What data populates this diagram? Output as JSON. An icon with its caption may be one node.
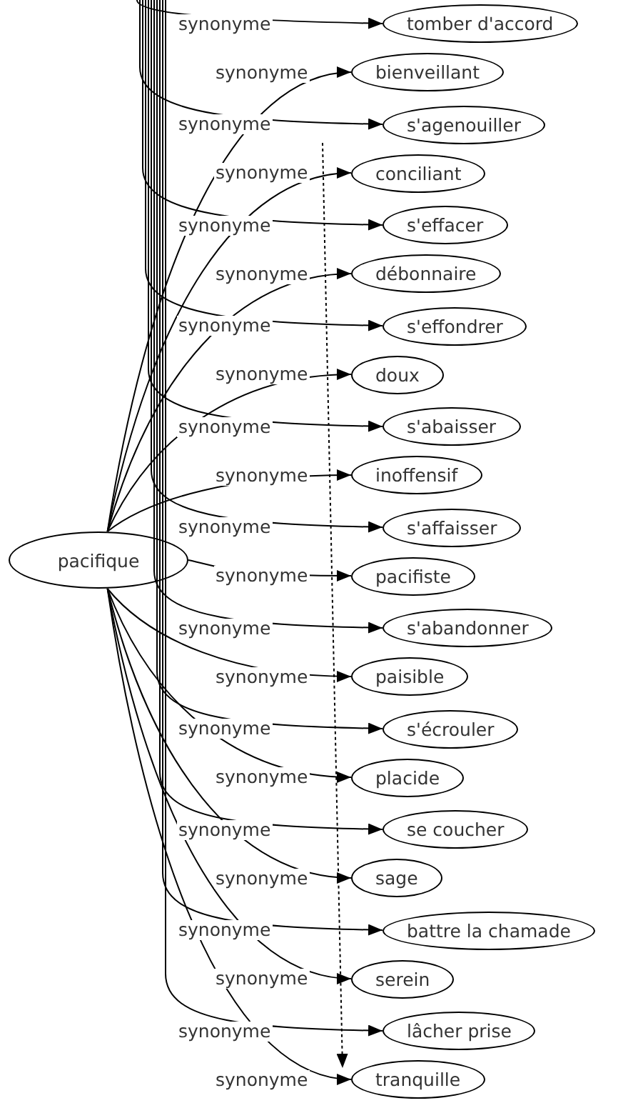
{
  "diagram": {
    "nodes": [
      {
        "text": [
          "pacifique"
        ]
      },
      {
        "text": [
          "tomber d'accord"
        ]
      },
      {
        "text": [
          "bienveillant"
        ]
      },
      {
        "text": [
          "s'agenouiller"
        ]
      },
      {
        "text": [
          "conciliant"
        ]
      },
      {
        "text": [
          "s'effacer"
        ]
      },
      {
        "text": [
          "débonnaire"
        ]
      },
      {
        "text": [
          "s'effondrer"
        ]
      },
      {
        "text": [
          "doux"
        ]
      },
      {
        "text": [
          "s'abaisser"
        ]
      },
      {
        "text": [
          "inoffensif"
        ]
      },
      {
        "text": [
          "s'affaisser"
        ]
      },
      {
        "text": [
          "pacifiste"
        ]
      },
      {
        "text": [
          "s'abandonner"
        ]
      },
      {
        "text": [
          "paisible"
        ]
      },
      {
        "text": [
          "s'écrouler"
        ]
      },
      {
        "text": [
          "placide"
        ]
      },
      {
        "text": [
          "se coucher"
        ]
      },
      {
        "text": [
          "sage"
        ]
      },
      {
        "text": [
          "battre la chamade"
        ]
      },
      {
        "text": [
          "serein"
        ]
      },
      {
        "text": [
          "lâcher prise"
        ]
      },
      {
        "text": [
          "tranquille"
        ]
      }
    ],
    "edges": [
      {
        "from": null,
        "to": 1,
        "arrow": "to",
        "label": "synonyme"
      },
      {
        "from": 0,
        "to": 2,
        "arrow": "to",
        "label": "synonyme"
      },
      {
        "from": null,
        "to": 3,
        "arrow": "to",
        "label": "synonyme"
      },
      {
        "from": 0,
        "to": 4,
        "arrow": "to",
        "label": "synonyme"
      },
      {
        "from": null,
        "to": 5,
        "arrow": "to",
        "label": "synonyme"
      },
      {
        "from": 0,
        "to": 6,
        "arrow": "to",
        "label": "synonyme"
      },
      {
        "from": null,
        "to": 7,
        "arrow": "to",
        "label": "synonyme"
      },
      {
        "from": 0,
        "to": 8,
        "arrow": "to",
        "label": "synonyme"
      },
      {
        "from": null,
        "to": 9,
        "arrow": "to",
        "label": "synonyme"
      },
      {
        "from": 0,
        "to": 10,
        "arrow": "to",
        "label": "synonyme"
      },
      {
        "from": null,
        "to": 11,
        "arrow": "to",
        "label": "synonyme"
      },
      {
        "from": 0,
        "to": 12,
        "arrow": "to",
        "label": "synonyme"
      },
      {
        "from": null,
        "to": 13,
        "arrow": "to",
        "label": "synonyme"
      },
      {
        "from": 0,
        "to": 14,
        "arrow": "to",
        "label": "synonyme"
      },
      {
        "from": null,
        "to": 15,
        "arrow": "to",
        "label": "synonyme"
      },
      {
        "from": 0,
        "to": 16,
        "arrow": "to",
        "label": "synonyme"
      },
      {
        "from": null,
        "to": 17,
        "arrow": "to",
        "label": "synonyme"
      },
      {
        "from": 0,
        "to": 18,
        "arrow": "to",
        "label": "synonyme"
      },
      {
        "from": null,
        "to": 19,
        "arrow": "to",
        "label": "synonyme"
      },
      {
        "from": 0,
        "to": 20,
        "arrow": "to",
        "label": "synonyme"
      },
      {
        "from": null,
        "to": 21,
        "arrow": "to",
        "label": "synonyme"
      },
      {
        "from": 0,
        "to": 22,
        "arrow": "to",
        "label": "synonyme"
      },
      {
        "from": null,
        "to": 22,
        "arrow": "to",
        "style": "dashed"
      }
    ]
  }
}
